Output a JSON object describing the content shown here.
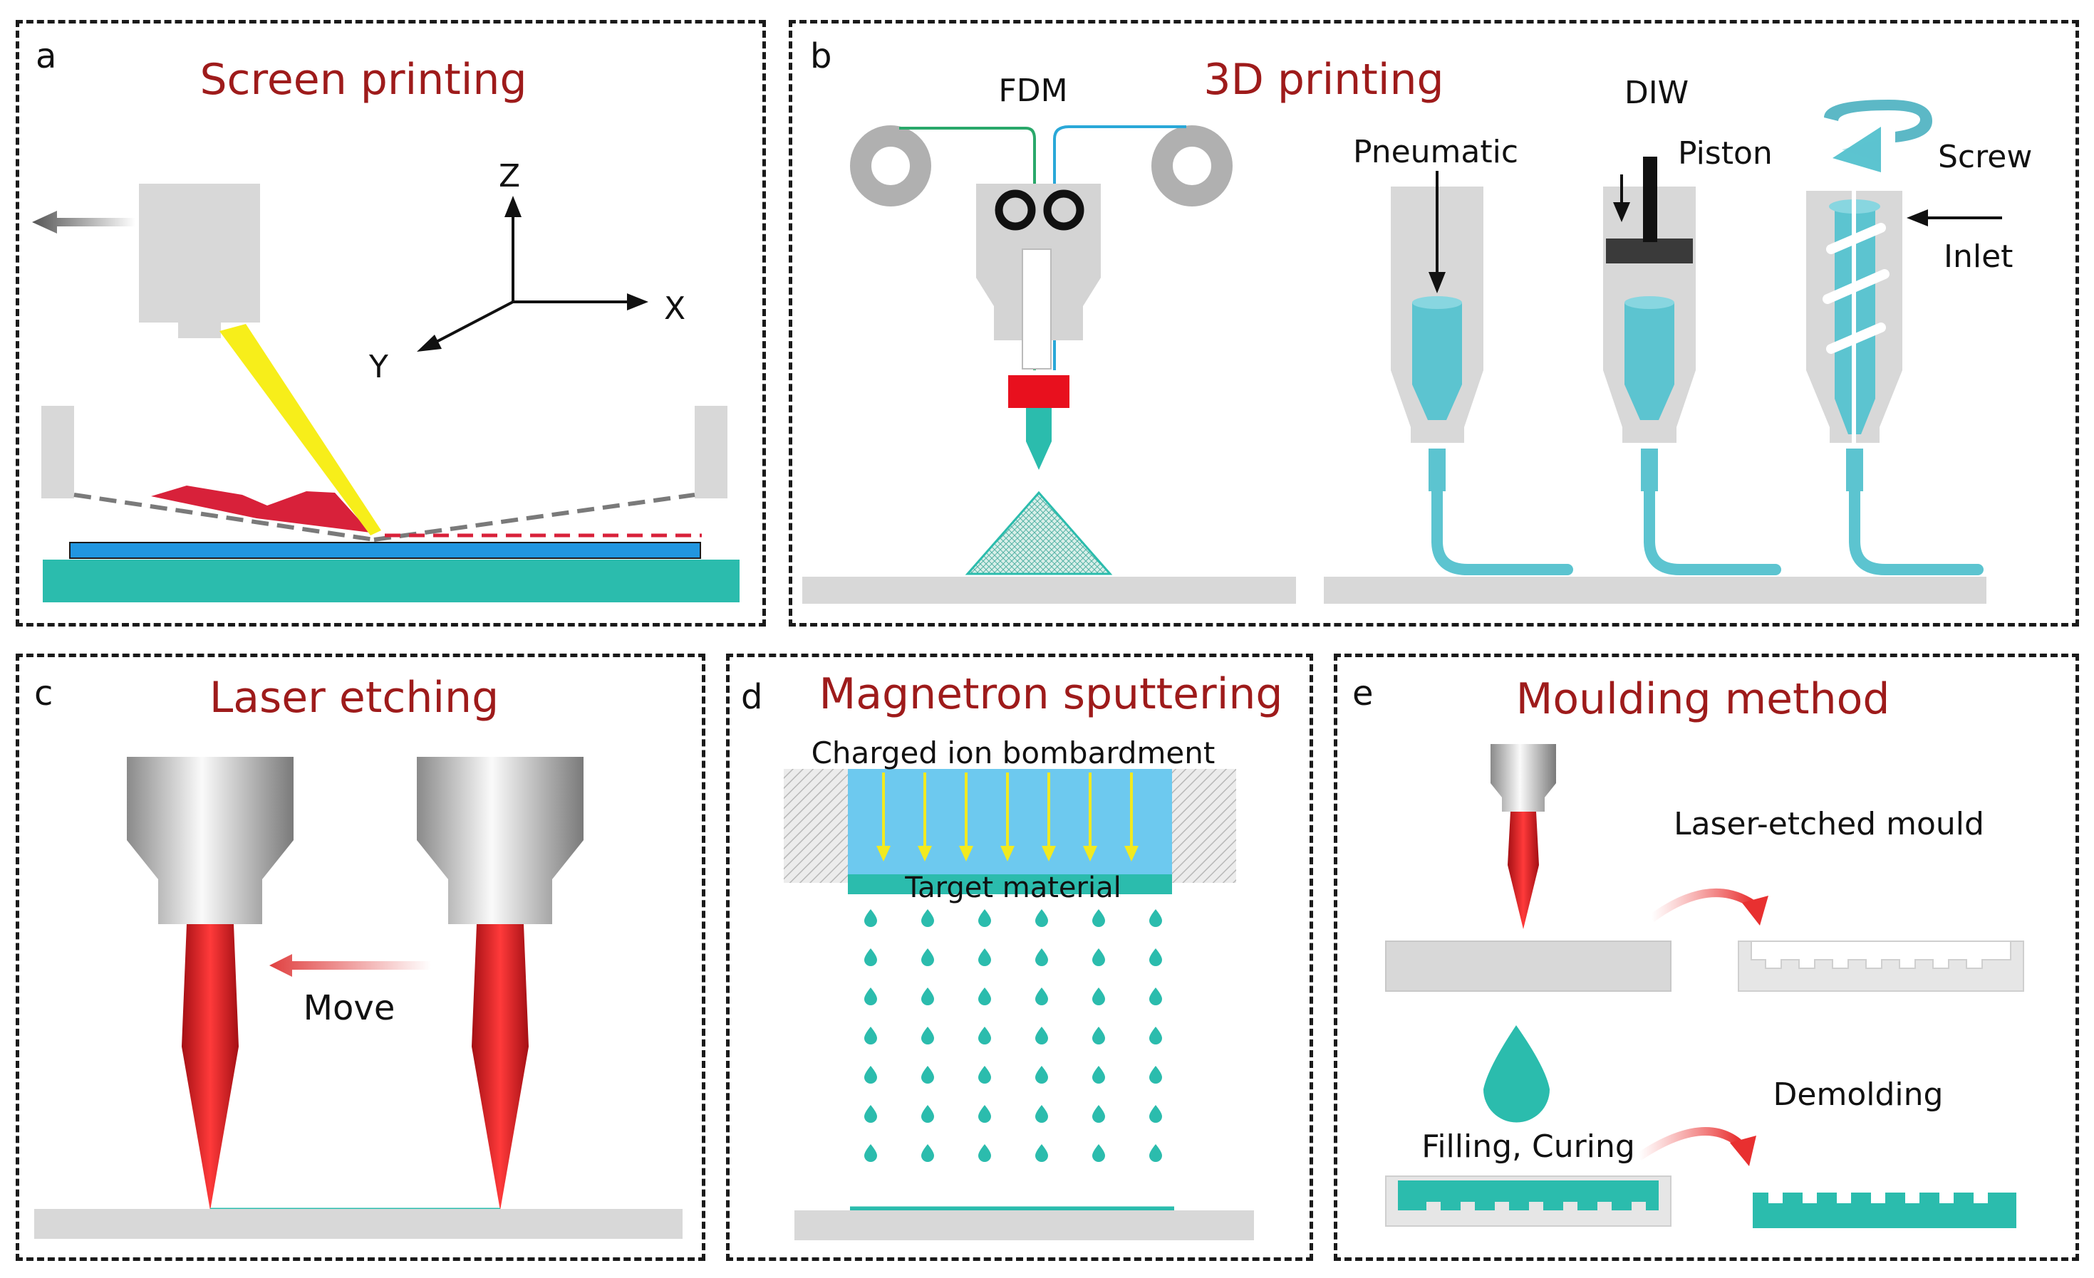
{
  "panels": {
    "a": {
      "letter": "a",
      "title": "Screen printing",
      "axis_z": "Z",
      "axis_x": "X",
      "axis_y": "Y"
    },
    "b": {
      "letter": "b",
      "title": "3D printing",
      "fdm": "FDM",
      "diw": "DIW",
      "pneumatic": "Pneumatic",
      "piston": "Piston",
      "screw": "Screw",
      "inlet": "Inlet"
    },
    "c": {
      "letter": "c",
      "title": "Laser etching",
      "move": "Move"
    },
    "d": {
      "letter": "d",
      "title": "Magnetron sputtering",
      "bombardment": "Charged ion bombardment",
      "target": "Target material"
    },
    "e": {
      "letter": "e",
      "title": "Moulding method",
      "mould": "Laser-etched mould",
      "demolding": "Demolding",
      "filling": "Filling, Curing"
    }
  },
  "colors": {
    "title_red": "#9e1b1b",
    "teal": "#2bbcad",
    "light_teal": "#5cc4d0",
    "red": "#d41f2f",
    "yellow": "#f7ee1a",
    "blue": "#1e9ce0",
    "grey": "#d6d6d6"
  }
}
